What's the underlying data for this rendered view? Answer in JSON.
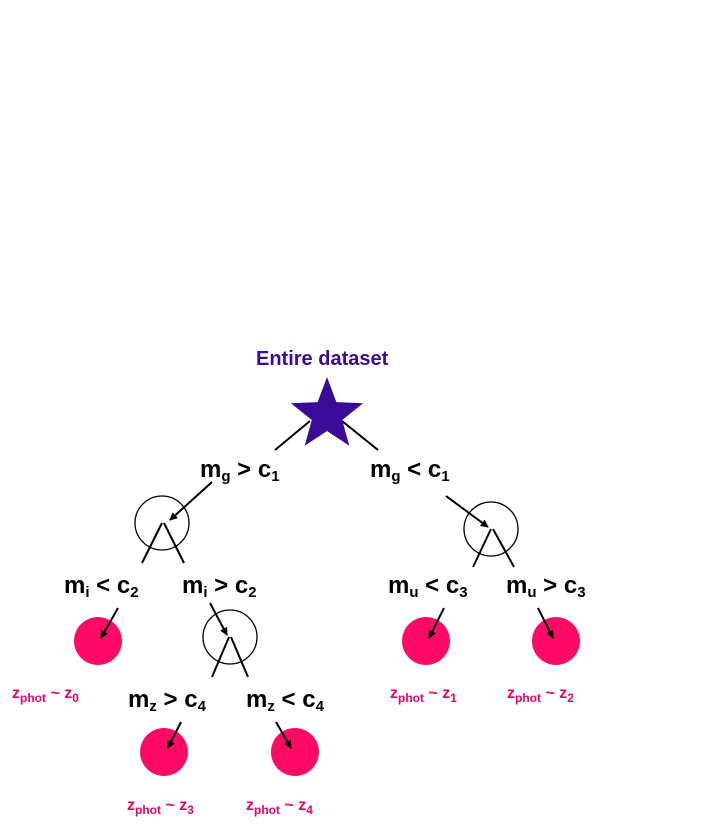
{
  "title": "Entire dataset",
  "colors": {
    "star": "#3a0a99",
    "title": "#3d0a99",
    "leaf_fill": "#ff0a66",
    "leaf_text": "#ee0066",
    "line": "#000000"
  },
  "icons": {
    "root": "star-icon",
    "split": "open-circle-arrow-icon",
    "leaf": "filled-circle-arrow-icon"
  },
  "conditions": {
    "root_left": {
      "var": "m",
      "sub": "g",
      "op": " > ",
      "c": "c",
      "csub": "1"
    },
    "root_right": {
      "var": "m",
      "sub": "g",
      "op": " < ",
      "c": "c",
      "csub": "1"
    },
    "left_left": {
      "var": "m",
      "sub": "i",
      "op": " < ",
      "c": "c",
      "csub": "2"
    },
    "left_right": {
      "var": "m",
      "sub": "i",
      "op": " > ",
      "c": "c",
      "csub": "2"
    },
    "right_left": {
      "var": "m",
      "sub": "u",
      "op": " < ",
      "c": "c",
      "csub": "3"
    },
    "right_right": {
      "var": "m",
      "sub": "u",
      "op": " > ",
      "c": "c",
      "csub": "3"
    },
    "sub_left": {
      "var": "m",
      "sub": "z",
      "op": " > ",
      "c": "c",
      "csub": "4"
    },
    "sub_right": {
      "var": "m",
      "sub": "z",
      "op": " < ",
      "c": "c",
      "csub": "4"
    }
  },
  "leaves": [
    {
      "var": "z",
      "sub": "phot",
      "op": " ~ ",
      "z": "z",
      "zsub": "0"
    },
    {
      "var": "z",
      "sub": "phot",
      "op": " ~ ",
      "z": "z",
      "zsub": "1"
    },
    {
      "var": "z",
      "sub": "phot",
      "op": " ~ ",
      "z": "z",
      "zsub": "2"
    },
    {
      "var": "z",
      "sub": "phot",
      "op": " ~ ",
      "z": "z",
      "zsub": "3"
    },
    {
      "var": "z",
      "sub": "phot",
      "op": " ~ ",
      "z": "z",
      "zsub": "4"
    }
  ]
}
